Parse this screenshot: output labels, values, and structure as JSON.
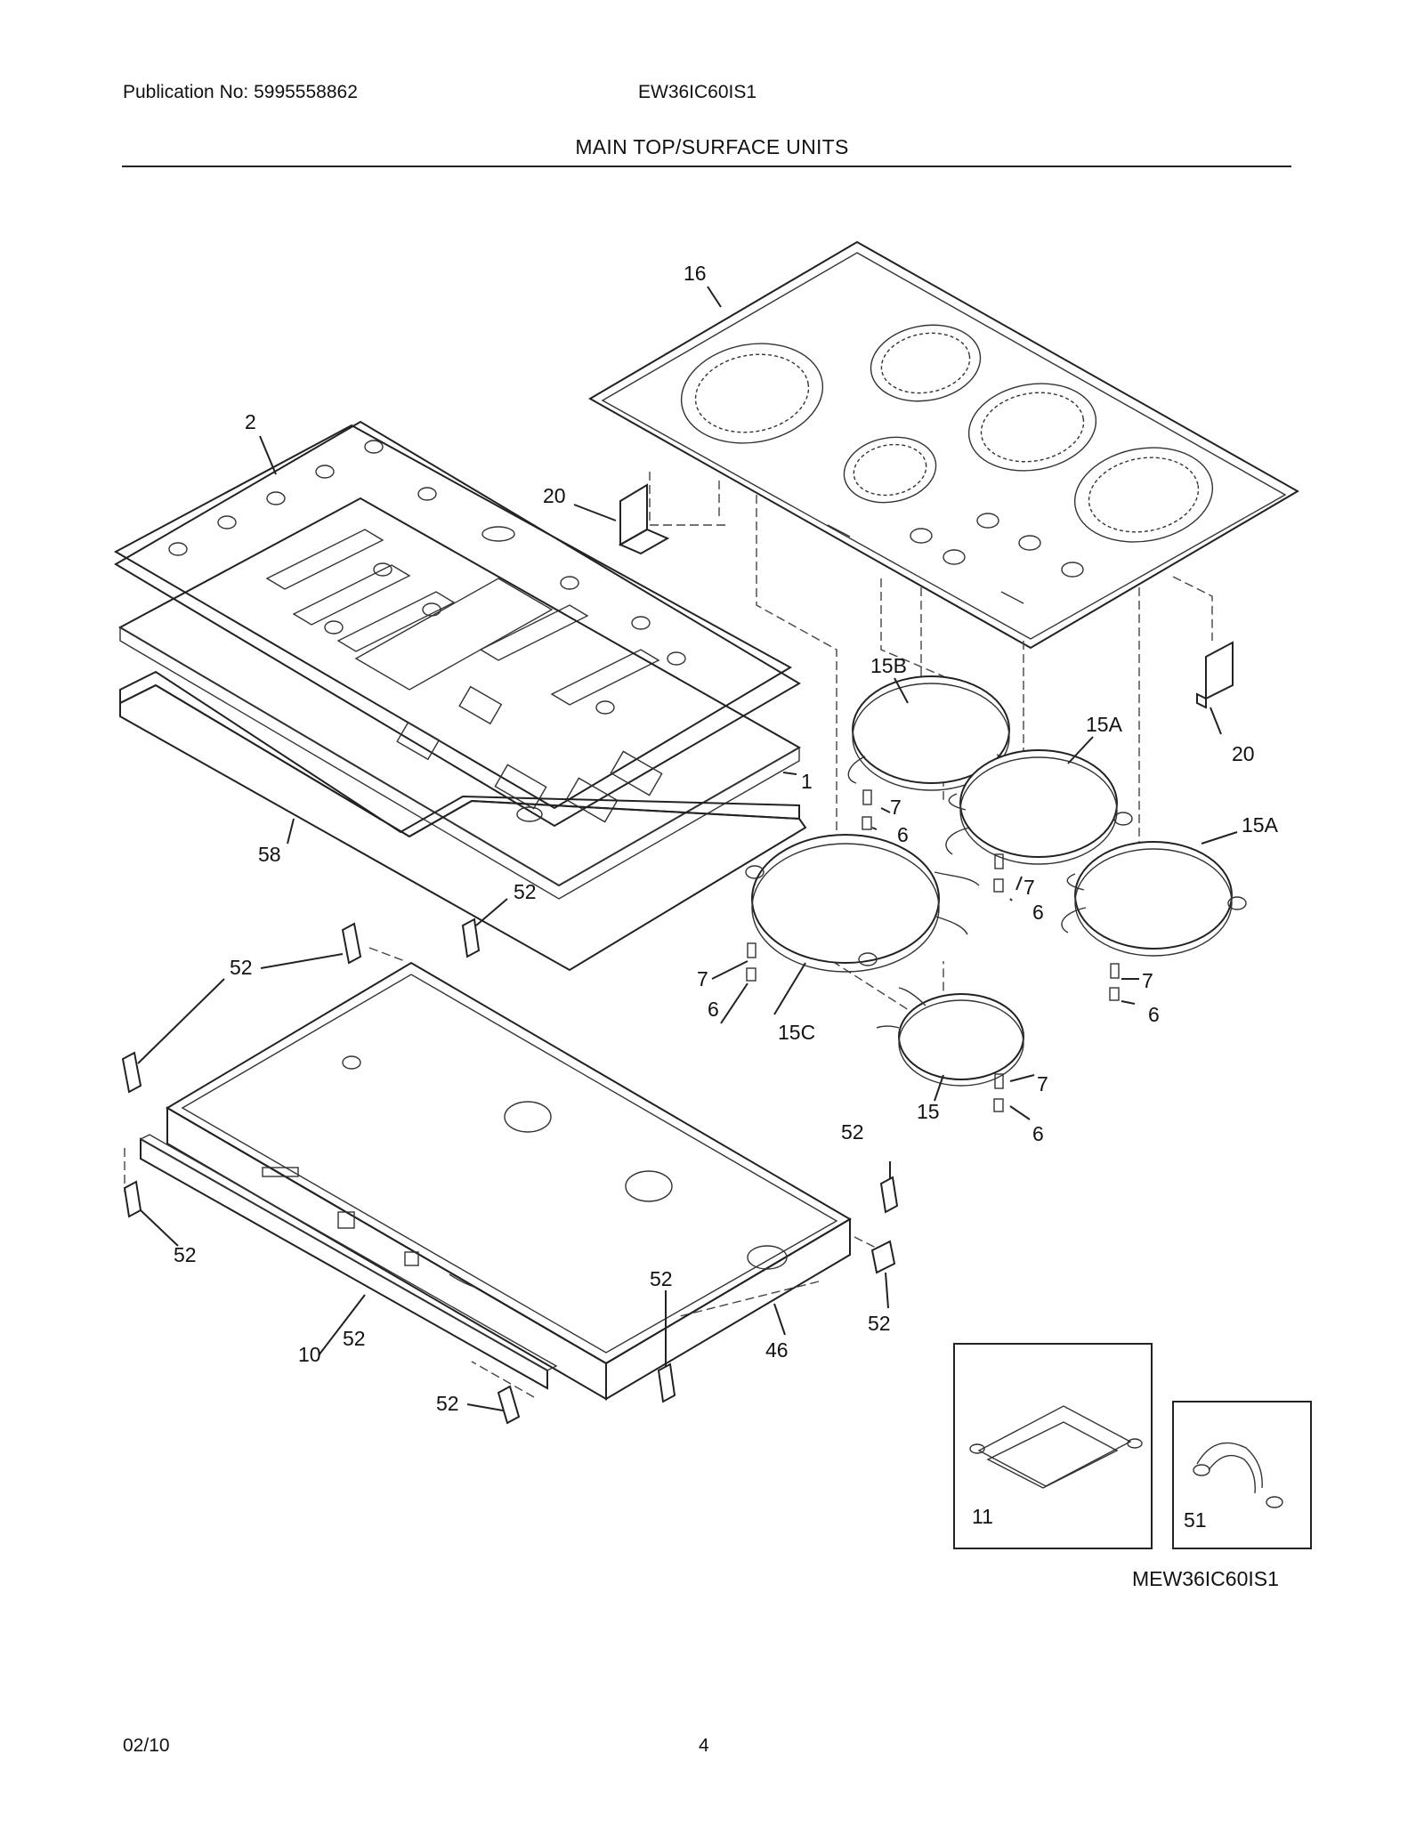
{
  "header": {
    "publication": "Publication No: 5995558862",
    "model": "EW36IC60IS1",
    "title": "MAIN TOP/SURFACE UNITS"
  },
  "callouts": {
    "c16": "16",
    "c2": "2",
    "c20a": "20",
    "c20b": "20",
    "c1": "1",
    "c58": "58",
    "c15B": "15B",
    "c15A1": "15A",
    "c15A2": "15A",
    "c15C": "15C",
    "c15": "15",
    "c7a": "7",
    "c7b": "7",
    "c7c": "7",
    "c7d": "7",
    "c7e": "7",
    "c6a": "6",
    "c6b": "6",
    "c6c": "6",
    "c6d": "6",
    "c6e": "6",
    "c52a": "52",
    "c52b": "52",
    "c52c": "52",
    "c52d": "52",
    "c52e": "52",
    "c52f": "52",
    "c52g": "52",
    "c52h": "52",
    "c10": "10",
    "c46": "46",
    "c11": "11",
    "c51": "51"
  },
  "diagram_code": "MEW36IC60IS1",
  "footer": {
    "date": "02/10",
    "page": "4"
  }
}
